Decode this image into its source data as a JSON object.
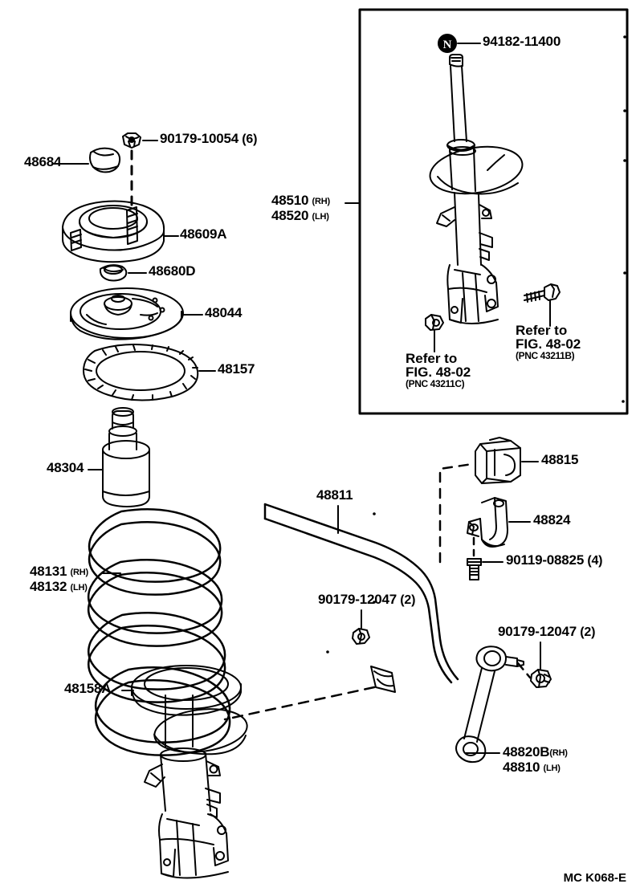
{
  "document": {
    "type": "automotive-parts-exploded-diagram",
    "footer_code": "MC K068-E",
    "subject": "Front suspension strut, coil spring and stabilizer bar assembly"
  },
  "inset": {
    "present": true,
    "callout": {
      "marker": "N",
      "part_number": "94182-11400"
    },
    "assembly_label": {
      "line1_number": "48510",
      "line1_side": "(RH)",
      "line2_number": "48520",
      "line2_side": "(LH)"
    },
    "references": [
      {
        "id": "ref-left",
        "line1": "Refer to",
        "line2": "FIG. 48-02",
        "line3": "(PNC 43211C)"
      },
      {
        "id": "ref-right",
        "line1": "Refer to",
        "line2": "FIG. 48-02",
        "line3": "(PNC 43211B)"
      }
    ]
  },
  "labels": {
    "nut_top": {
      "number": "90179-10054",
      "qty": "(6)"
    },
    "cap": {
      "number": "48684"
    },
    "support": {
      "number": "48609A"
    },
    "collar": {
      "number": "48680D"
    },
    "bearing": {
      "number": "48044"
    },
    "seat_upper": {
      "number": "48157"
    },
    "bumper": {
      "number": "48304"
    },
    "spring": {
      "line1_number": "48131",
      "line1_side": "(RH)",
      "line2_number": "48132",
      "line2_side": "(LH)"
    },
    "seat_lower": {
      "number": "48158A"
    },
    "stabilizer_bar": {
      "number": "48811"
    },
    "bracket_bushing": {
      "number": "48815"
    },
    "bracket": {
      "number": "48824"
    },
    "bolt_bracket": {
      "number": "90119-08825",
      "qty": "(4)"
    },
    "nut_bar": {
      "number": "90179-12047",
      "qty": "(2)"
    },
    "nut_link": {
      "number": "90179-12047",
      "qty": "(2)"
    },
    "link": {
      "line1_number": "48820B",
      "line1_side": "(RH)",
      "line2_number": "48810",
      "line2_side": "(LH)"
    }
  },
  "colors": {
    "line": "#000000",
    "background": "#ffffff"
  }
}
